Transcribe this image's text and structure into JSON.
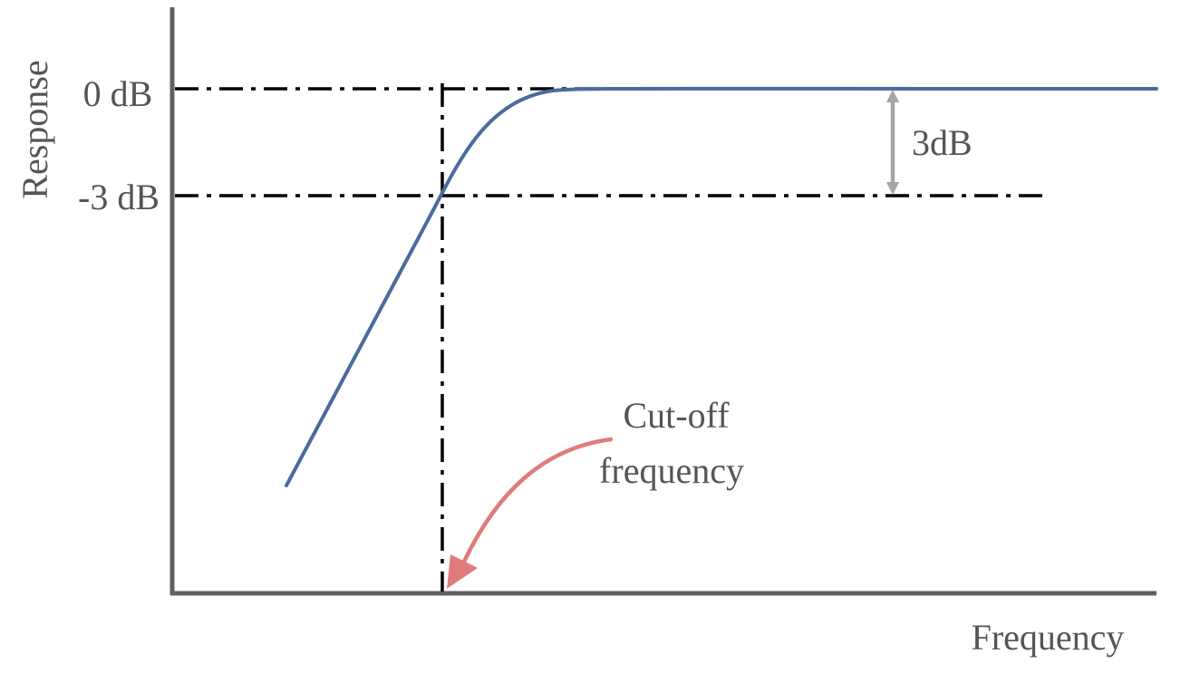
{
  "diagram": {
    "y_axis_label": "Response",
    "x_axis_label": "Frequency",
    "level_0db_label": "0 dB",
    "level_minus3db_label": "-3 dB",
    "difference_label": "3dB",
    "annotation_line1": "Cut-off",
    "annotation_line2": "frequency"
  },
  "colors": {
    "axis": "#606060",
    "label_text": "#555555",
    "response_curve": "#4a6b9e",
    "guide_lines": "#000000",
    "difference_arrow": "#a6a6a6",
    "annotation_arrow": "#e07b7b"
  }
}
